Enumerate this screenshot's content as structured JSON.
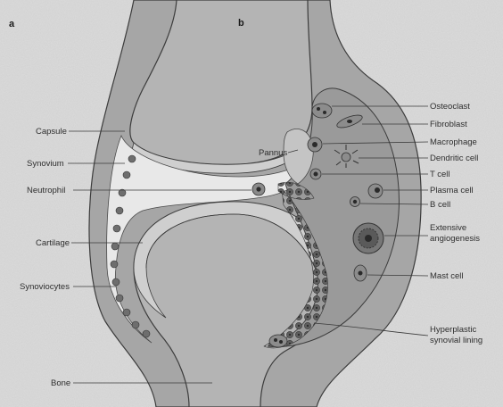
{
  "panels": {
    "a": "a",
    "b": "b"
  },
  "labels": {
    "capsule": "Capsule",
    "synovium": "Synovium",
    "neutrophil": "Neutrophil",
    "cartilage": "Cartilage",
    "synoviocytes": "Synoviocytes",
    "bone": "Bone",
    "pannus": "Pannus",
    "osteoclast": "Osteoclast",
    "fibroblast": "Fibroblast",
    "macrophage": "Macrophage",
    "dendritic_cell": "Dendritic cell",
    "t_cell": "T cell",
    "plasma_cell": "Plasma cell",
    "b_cell": "B cell",
    "extensive_angiogenesis_line1": "Extensive",
    "extensive_angiogenesis_line2": "angiogenesis",
    "mast_cell": "Mast cell",
    "hyperplastic_synovial_lining_line1": "Hyperplastic",
    "hyperplastic_synovial_lining_line2": "synovial lining"
  },
  "colors": {
    "background": "#dcdcdc",
    "capsule_fill": "#a6a6a6",
    "bone_fill": "#b4b4b4",
    "cartilage_fill": "#cfcfcf",
    "synovial_space": "#e8e8e8",
    "inflamed_fill": "#9a9a9a",
    "cell_fill": "#6e6e6e"
  }
}
